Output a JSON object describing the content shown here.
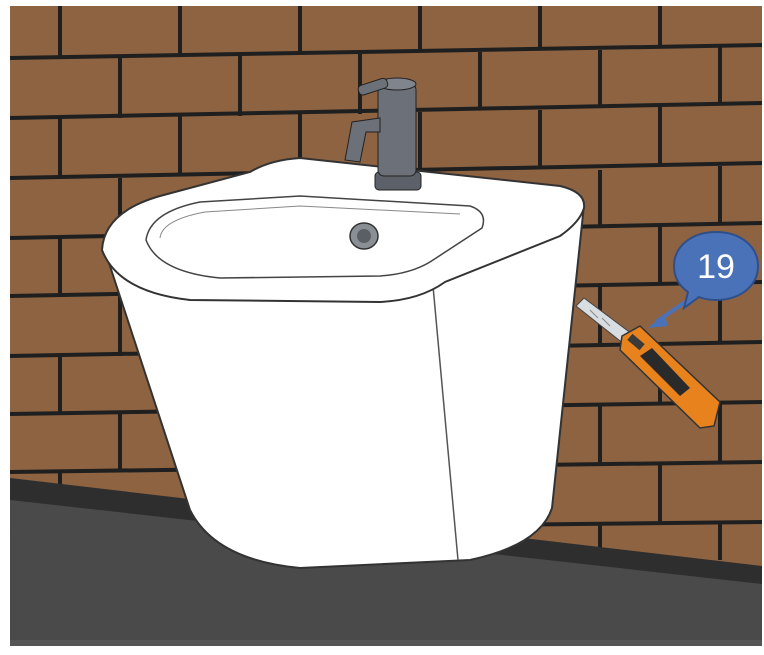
{
  "step": {
    "number": "19",
    "badge_color": "#4a72b8",
    "badge_text_color": "#ffffff"
  },
  "colors": {
    "brick": "#8d6341",
    "mortar": "#1f1f1f",
    "floor": "#4a4a4a",
    "floor_shadow": "#3a3a3a",
    "ceramic": "#ffffff",
    "faucet": "#6c7078",
    "cutter_body": "#e8821c",
    "cutter_blade": "#d8dde2"
  },
  "objects": {
    "wall": "brick-wall",
    "fixture": "wall-hung-bidet",
    "tap": "mixer-tap",
    "tool": "utility-knife",
    "pointer": "step-arrow"
  }
}
